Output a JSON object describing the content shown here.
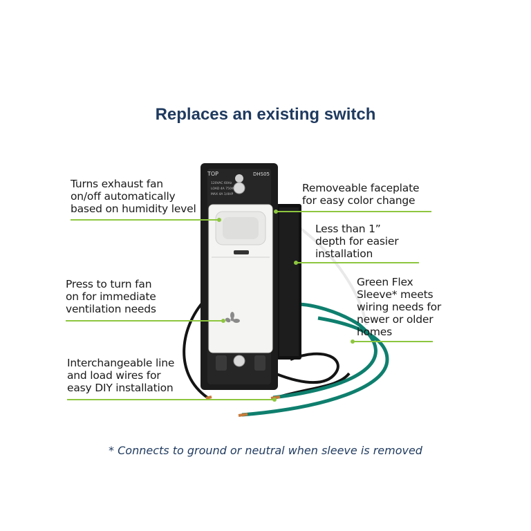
{
  "title": "Replaces an existing switch",
  "callouts": {
    "exhaust": [
      "Turns exhaust fan",
      "on/off automatically",
      "based on humidity level"
    ],
    "faceplate": [
      "Removeable faceplate",
      "for easy color change"
    ],
    "depth": [
      "Less than 1”",
      "depth for easier",
      "installation"
    ],
    "press": [
      "Press to turn fan",
      "on for immediate",
      "ventilation needs"
    ],
    "sleeve": [
      "Green Flex",
      "Sleeve* meets",
      "wiring needs for",
      "newer or older",
      "homes"
    ],
    "wires": [
      "Interchangeable line",
      "and load wires for",
      "easy DIY installation"
    ]
  },
  "device_labels": {
    "top": "TOP",
    "model": "DHS05",
    "specs": [
      "120VAC 60Hz",
      "LOAD 4A 750W",
      "MAX 4A 1/4HP"
    ]
  },
  "footnote": "* Connects to ground or neutral when sleeve is removed",
  "colors": {
    "title": "#1f3a5f",
    "accent_line": "#8dc63f",
    "strap": "#1c1c1c",
    "switch_face": "#f4f4f2",
    "green_wire": "#0f7f6e",
    "black_wire": "#141414",
    "copper": "#c87a3a"
  },
  "icons": {
    "fan": "fan-icon"
  }
}
